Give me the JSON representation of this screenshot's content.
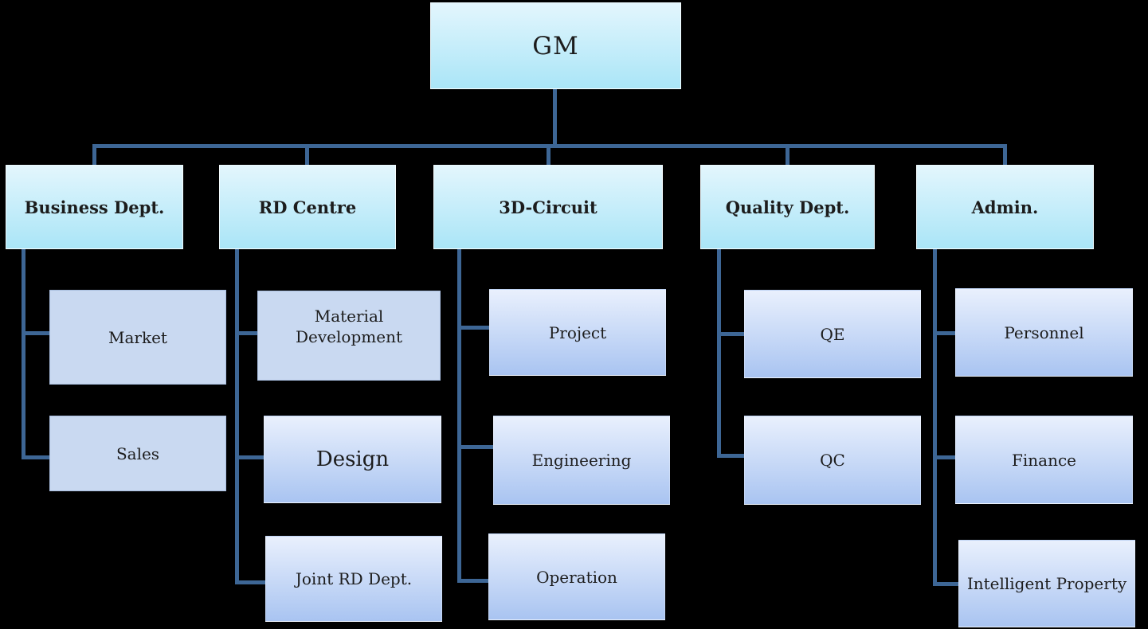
{
  "palette": {
    "bg": "#000000",
    "connector": "#3d6695",
    "cyan-top": "#e3f6fd",
    "cyan-bottom": "#aae5f7",
    "flat-fill": "#c9d9f1",
    "grad-top": "#e9f0fd",
    "grad-bottom": "#a9c4f1",
    "text": "#1c1c1c"
  },
  "root": {
    "label": "GM"
  },
  "departments": [
    {
      "label": "Business Dept.",
      "children": [
        {
          "label": "Market"
        },
        {
          "label": "Sales"
        }
      ]
    },
    {
      "label": "RD Centre",
      "children": [
        {
          "label": "Material Development"
        },
        {
          "label": "Design"
        },
        {
          "label": "Joint RD Dept."
        }
      ]
    },
    {
      "label": "3D-Circuit",
      "children": [
        {
          "label": "Project"
        },
        {
          "label": "Engineering"
        },
        {
          "label": "Operation"
        }
      ]
    },
    {
      "label": "Quality Dept.",
      "children": [
        {
          "label": "QE"
        },
        {
          "label": "QC"
        }
      ]
    },
    {
      "label": "Admin.",
      "children": [
        {
          "label": "Personnel"
        },
        {
          "label": "Finance"
        },
        {
          "label": "Intelligent Property"
        }
      ]
    }
  ]
}
